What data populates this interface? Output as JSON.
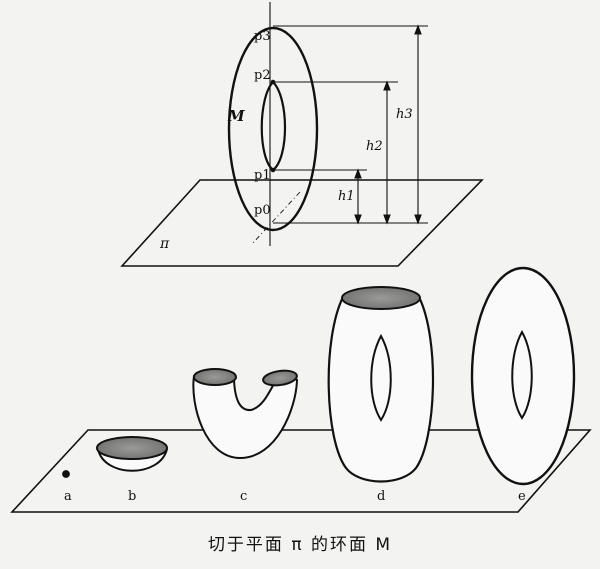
{
  "top_figure": {
    "surface_label": "M",
    "plane_label": "π",
    "points": [
      "p3",
      "p2",
      "p1",
      "p0"
    ],
    "heights": [
      "h3",
      "h2",
      "h1"
    ]
  },
  "bottom_figure": {
    "stage_labels": [
      "a",
      "b",
      "c",
      "d",
      "e"
    ]
  },
  "caption": "切于平面 π 的环面 M"
}
